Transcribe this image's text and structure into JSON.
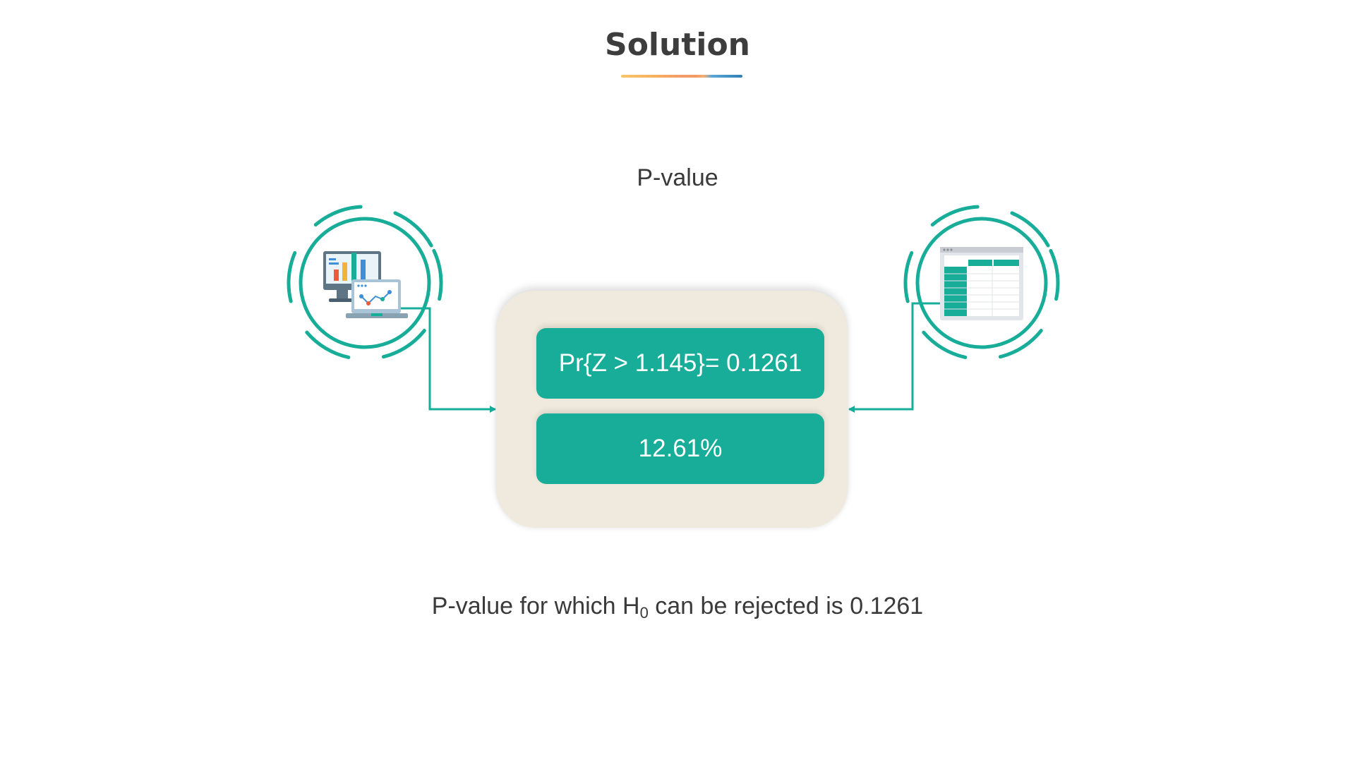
{
  "title": "Solution",
  "subtitle": "P-value",
  "box": {
    "formula": "Pr{Z > 1.145}= 0.1261",
    "percent": "12.61%"
  },
  "conclusion": {
    "prefix": "P-value for which H",
    "subscript": "0",
    "suffix": " can be rejected is 0.1261"
  },
  "icons": {
    "left": "analytics-dashboard-icon",
    "right": "data-table-icon"
  },
  "colors": {
    "accent": "#17ad98",
    "panel": "#efeadd",
    "text": "#3a3a3a"
  }
}
